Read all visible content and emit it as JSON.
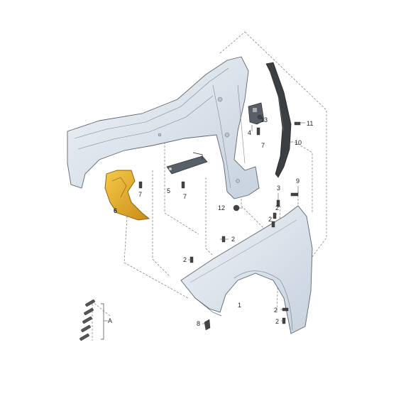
{
  "callouts": {
    "c1": "1",
    "c2a": "2",
    "c2b": "2",
    "c2c": "2",
    "c2d": "2",
    "c2e": "2",
    "c2f": "2",
    "c3": "3",
    "c4": "4",
    "c5": "5",
    "c6": "6",
    "c7a": "7",
    "c7b": "7",
    "c7c": "7",
    "c8": "8",
    "c9": "9",
    "c10": "10",
    "c11": "11",
    "c12": "12",
    "c13": "13",
    "cA": "A"
  },
  "colors": {
    "part_fill": "#dde6ef",
    "part_stroke": "#5d6670",
    "highlight_fill": "#e9b52a",
    "highlight_stroke": "#8a5a10",
    "leader": "#555555"
  }
}
